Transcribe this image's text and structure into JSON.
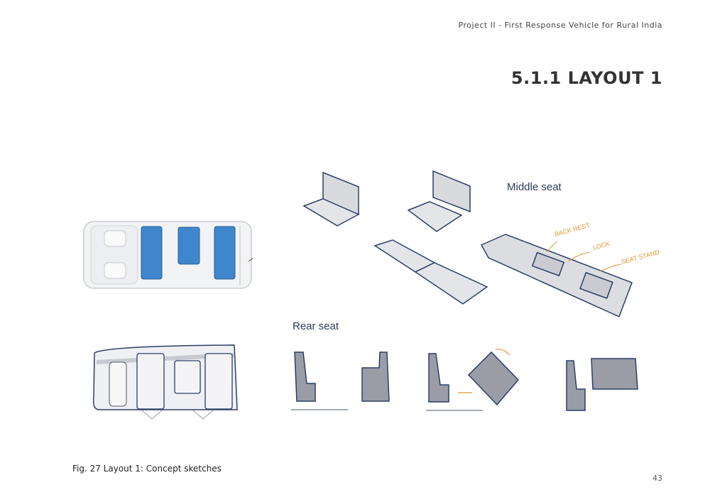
{
  "header": {
    "project_title": "Project II - First Response Vehicle for Rural India"
  },
  "section": {
    "title": "5.1.1 LAYOUT 1"
  },
  "figure": {
    "caption": "Fig. 27 Layout 1: Concept sketches",
    "labels": {
      "middle_seat": "Middle seat",
      "rear_seat": "Rear seat",
      "back_rest": "BACK REST",
      "lock": "LOCK",
      "seat_stand": "SEAT STAND"
    }
  },
  "footer": {
    "page_number": "43"
  },
  "colors": {
    "seat_blue": "#3f86cc",
    "seat_grey": "#9a9ca6",
    "sketch_line": "#2b3f66",
    "annotation_orange": "#e0952f"
  }
}
